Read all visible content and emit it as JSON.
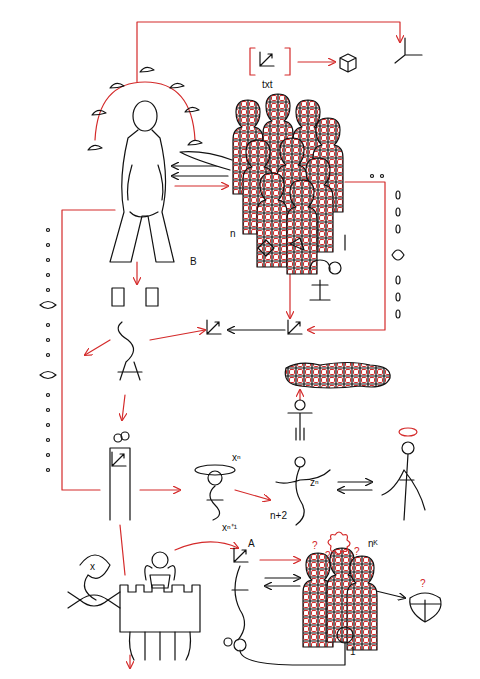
{
  "diagram": {
    "labels": [
      "txt",
      "n",
      "B",
      "xⁿ",
      "xⁿ⁺¹",
      "zⁿ",
      "n+2",
      "x",
      "A",
      "?",
      "?",
      "?",
      "nᴷ",
      "1",
      "?"
    ]
  }
}
